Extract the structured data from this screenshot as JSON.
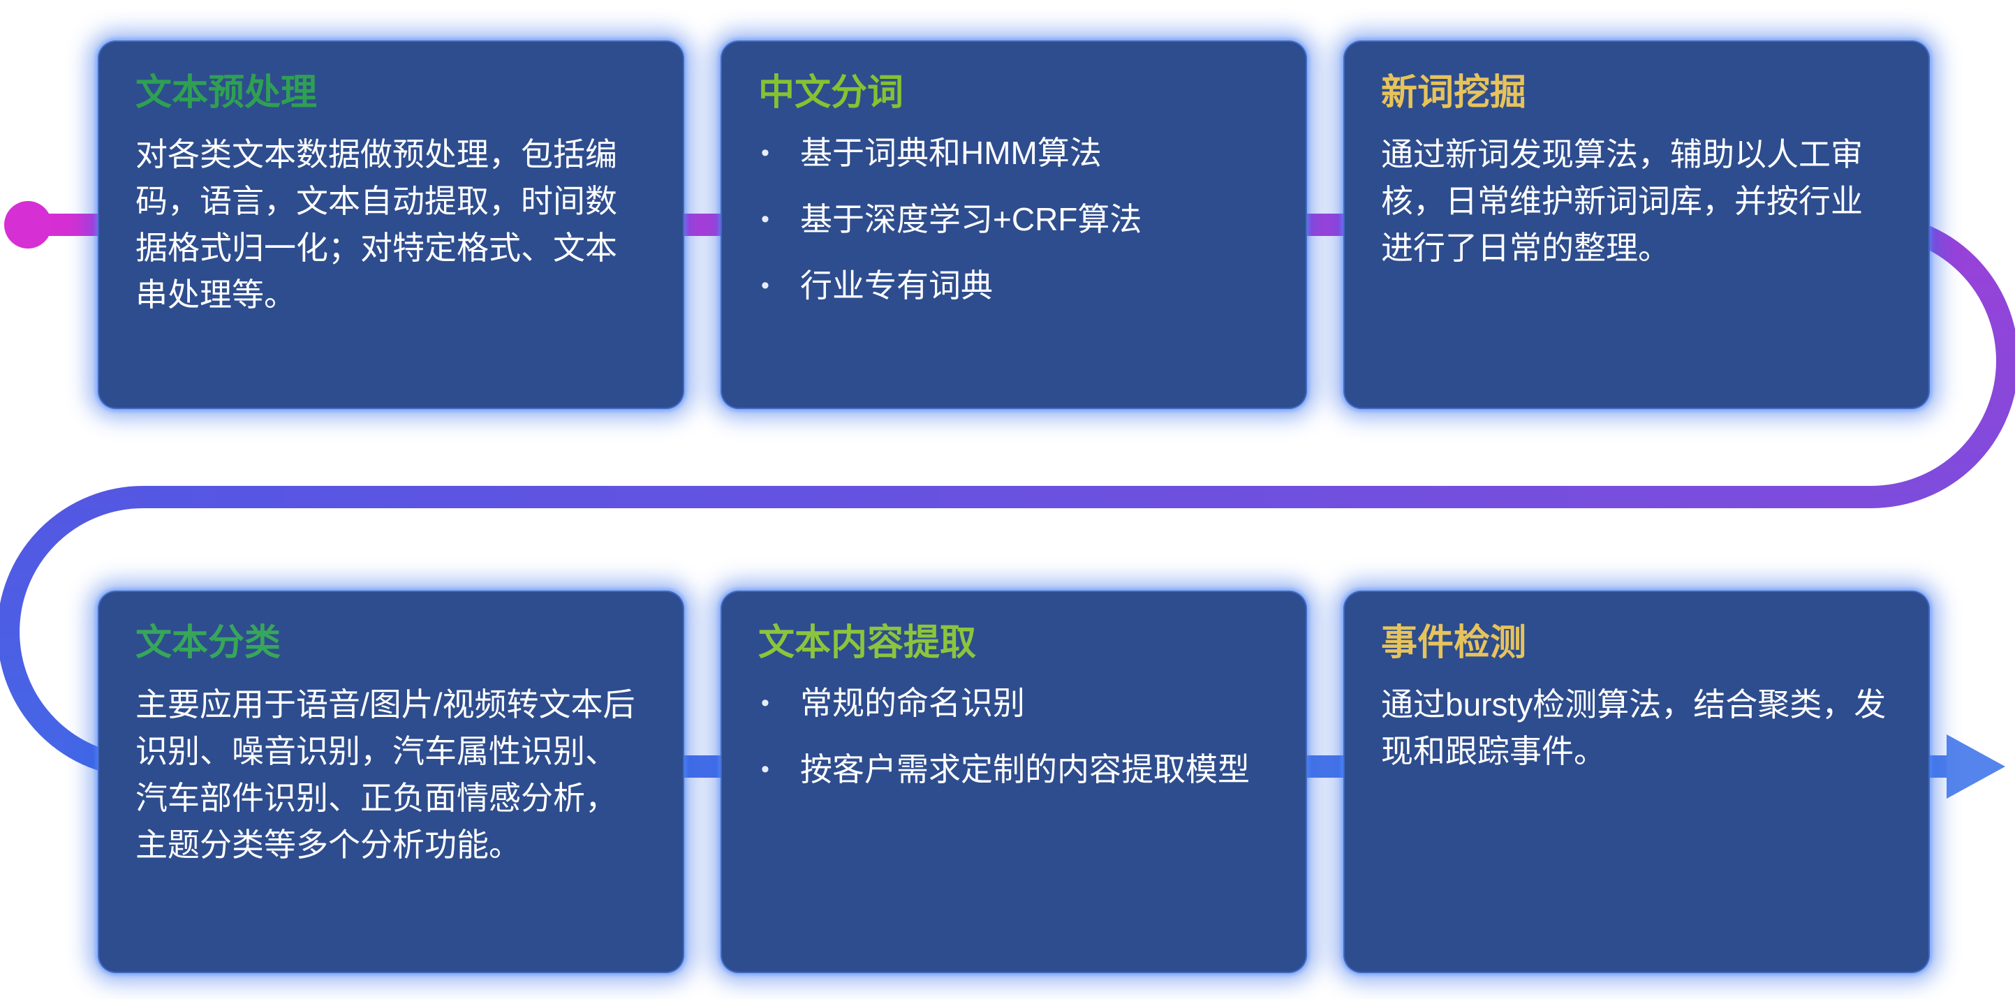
{
  "ui": {
    "bullet_icon": "•",
    "background_color": "#ffffff",
    "card_color": "#2e4d8e",
    "card_glow_color": "#2f69e6",
    "body_text_color": "#ffffff"
  },
  "flow": {
    "colors": {
      "start_dot": "#d62fd4",
      "top_start": "#d62fd4",
      "top_end": "#9a41d8",
      "right_curve_start": "#9a41d8",
      "right_curve_end": "#7e4cdc",
      "mid_right": "#7e4cdc",
      "mid_left": "#5457e2",
      "left_curve_start": "#5457e2",
      "left_curve_end": "#4467e6",
      "bottom_start": "#4467e6",
      "bottom_end": "#4f7eea",
      "arrow": "#5585ec"
    }
  },
  "cards": [
    {
      "title": "文本预处理",
      "title_color": "#2fa053",
      "body": "对各类文本数据做预处理，包括编码，语言，文本自动提取，时间数据格式归一化；对特定格式、文本串处理等。"
    },
    {
      "title": "中文分词",
      "title_color": "#86c232",
      "bullets": [
        "基于词典和HMM算法",
        "基于深度学习+CRF算法",
        "行业专有词典"
      ]
    },
    {
      "title": "新词挖掘",
      "title_color": "#e7c35b",
      "body": "通过新词发现算法，辅助以人工审核，日常维护新词词库，并按行业进行了日常的整理。"
    },
    {
      "title": "文本分类",
      "title_color": "#37a65a",
      "body": "主要应用于语音/图片/视频转文本后识别、噪音识别，汽车属性识别、汽车部件识别、正负面情感分析，主题分类等多个分析功能。"
    },
    {
      "title": "文本内容提取",
      "title_color": "#8cc53c",
      "bullets": [
        "常规的命名识别",
        "按客户需求定制的内容提取模型"
      ]
    },
    {
      "title": "事件检测",
      "title_color": "#e7c35b",
      "body": "通过bursty检测算法，结合聚类，发现和跟踪事件。"
    }
  ]
}
